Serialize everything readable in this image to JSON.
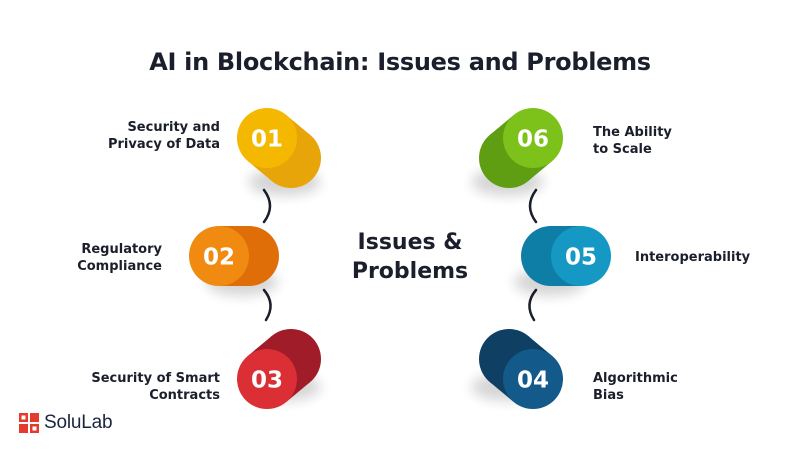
{
  "title": "AI in Blockchain: Issues and Problems",
  "center": {
    "line1": "Issues &",
    "line2": "Problems"
  },
  "items": [
    {
      "number": "01",
      "label": "Security and\nPrivacy of Data",
      "color": "#f5b800",
      "dark": "#e8a50a"
    },
    {
      "number": "02",
      "label": "Regulatory\nCompliance",
      "color": "#f08a10",
      "dark": "#e06e08"
    },
    {
      "number": "03",
      "label": "Security of Smart\nContracts",
      "color": "#dc2f35",
      "dark": "#a01c28"
    },
    {
      "number": "04",
      "label": "Algorithmic\nBias",
      "color": "#135a8a",
      "dark": "#0f3f63"
    },
    {
      "number": "05",
      "label": "Interoperability",
      "color": "#1599c4",
      "dark": "#0e7ea6"
    },
    {
      "number": "06",
      "label": "The Ability\nto Scale",
      "color": "#7dc21a",
      "dark": "#5f9d12"
    }
  ],
  "logo": {
    "text": "SoluLab",
    "color": "#e63a2e"
  }
}
